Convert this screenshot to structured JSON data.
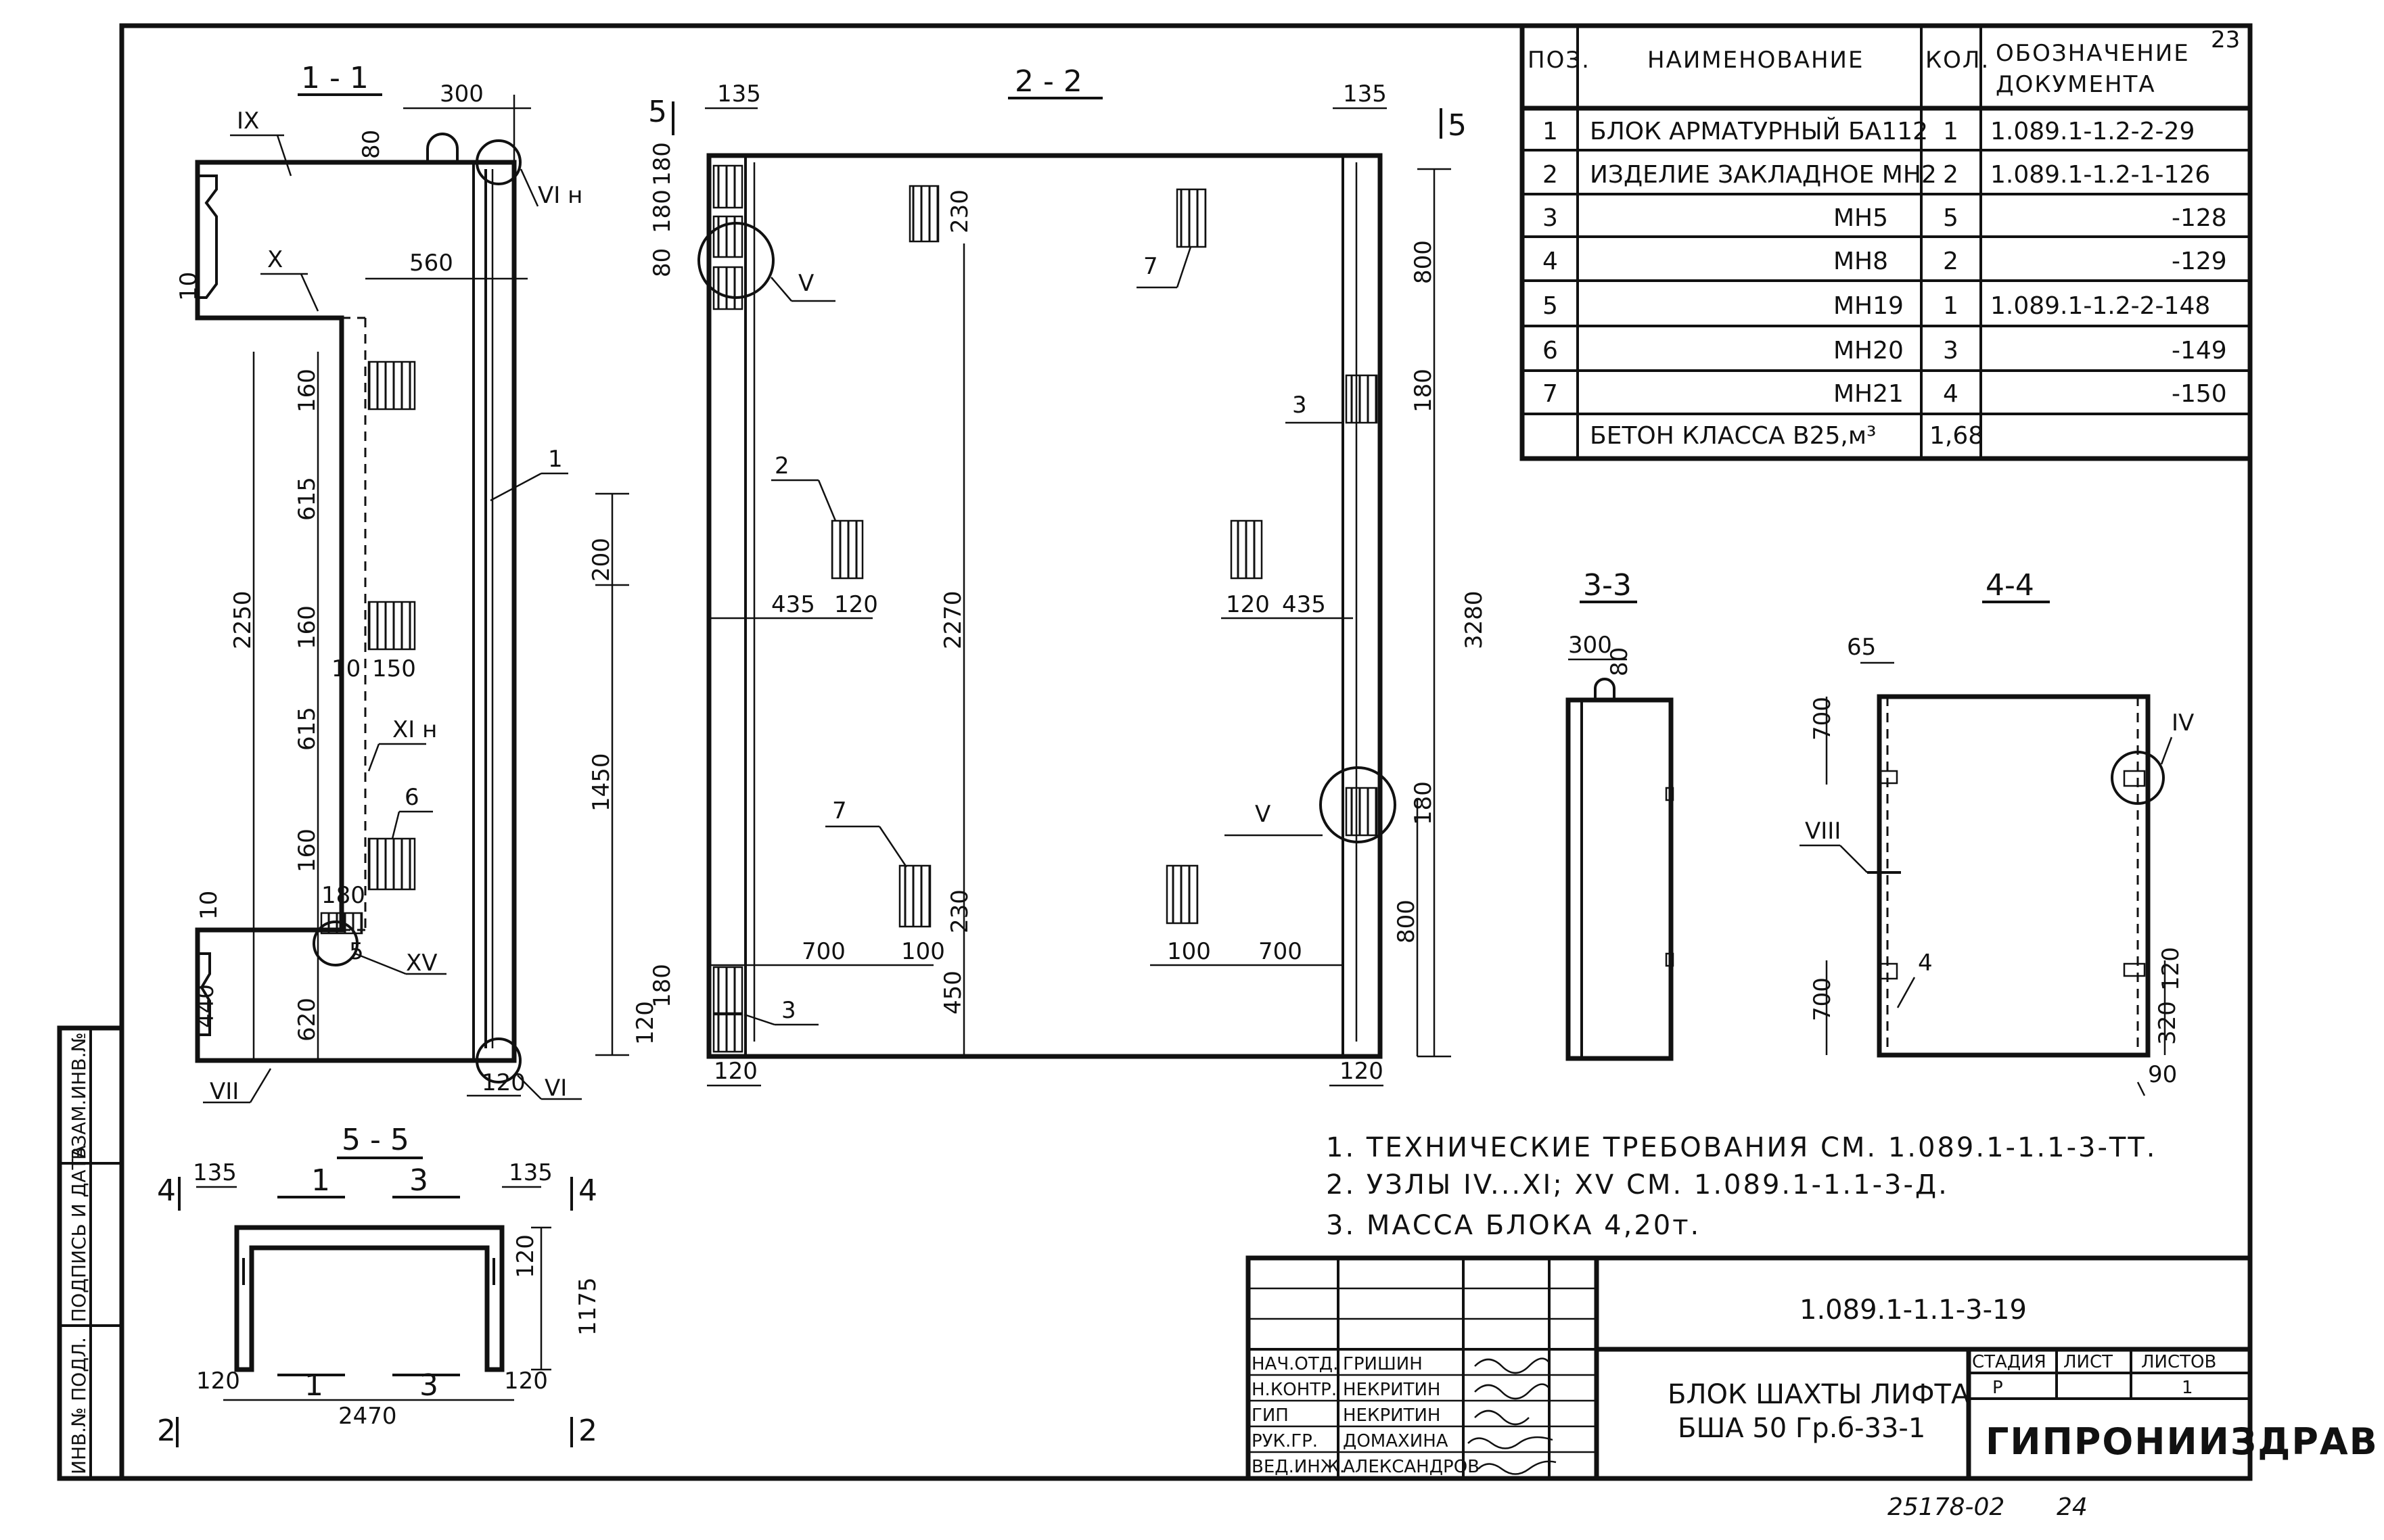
{
  "page_number": "23",
  "sheet_footer": "25178-02",
  "sheet_footer_page": "24",
  "spec_table": {
    "headers": {
      "pos": "ПОЗ.",
      "name": "НАИМЕНОВАНИЕ",
      "qty": "КОЛ.",
      "doc_line1": "ОБОЗНАЧЕНИЕ",
      "doc_line2": "ДОКУМЕНТА"
    },
    "rows": [
      {
        "pos": "1",
        "name": "БЛОК АРМАТУРНЫЙ БА112",
        "qty": "1",
        "doc": "1.089.1-1.2-2-29"
      },
      {
        "pos": "2",
        "name": "ИЗДЕЛИЕ ЗАКЛАДНОЕ МН2",
        "qty": "2",
        "doc": "1.089.1-1.2-1-126"
      },
      {
        "pos": "3",
        "name": "МН5",
        "qty": "5",
        "doc": "-128"
      },
      {
        "pos": "4",
        "name": "МН8",
        "qty": "2",
        "doc": "-129"
      },
      {
        "pos": "5",
        "name": "МН19",
        "qty": "1",
        "doc": "1.089.1-1.2-2-148"
      },
      {
        "pos": "6",
        "name": "МН20",
        "qty": "3",
        "doc": "-149"
      },
      {
        "pos": "7",
        "name": "МН21",
        "qty": "4",
        "doc": "-150"
      },
      {
        "pos": "",
        "name": "БЕТОН КЛАССА В25,м³",
        "qty": "1,68",
        "doc": ""
      }
    ]
  },
  "sections": {
    "s11": "1 - 1",
    "s22": "2 - 2",
    "s33": "3-3",
    "s44": "4-4",
    "s55": "5 - 5"
  },
  "notes": [
    "1. ТЕХНИЧЕСКИЕ ТРЕБОВАНИЯ СМ. 1.089.1-1.1-3-ТТ.",
    "2. УЗЛЫ IV...XI; XV СМ. 1.089.1-1.1-3-Д.",
    "3. МАССА БЛОКА 4,20т."
  ],
  "side_stamp": [
    "ИНВ.№ ПОДЛ.",
    "ПОДПИСЬ И ДАТА",
    "ВЗАМ.ИНВ.№"
  ],
  "title_block": {
    "doc_code": "1.089.1-1.1-3-19",
    "title_line1": "БЛОК ШАХТЫ ЛИФТА",
    "title_line2": "БША 50 Гр.б-33-1",
    "stage_label": "СТАДИЯ",
    "sheet_label": "ЛИСТ",
    "sheets_label": "ЛИСТОВ",
    "stage": "Р",
    "sheet": "",
    "sheets": "1",
    "organization": "ГИПРОНИИЗДРАВ",
    "roles": [
      {
        "role": "НАЧ.ОТД.",
        "name": "ГРИШИН"
      },
      {
        "role": "Н.КОНТР.",
        "name": "НЕКРИТИН"
      },
      {
        "role": "ГИП",
        "name": "НЕКРИТИН"
      },
      {
        "role": "РУК.ГР.",
        "name": "ДОМАХИНА"
      },
      {
        "role": "ВЕД.ИНЖ.",
        "name": "АЛЕКСАНДРОВ"
      }
    ]
  },
  "dims": {
    "s11": [
      "300",
      "80",
      "560",
      "10",
      "160",
      "615",
      "2250",
      "160",
      "10",
      "150",
      "615",
      "160",
      "180",
      "10",
      "440",
      "620",
      "120",
      "200",
      "1450"
    ],
    "s22": [
      "135",
      "135",
      "180",
      "180",
      "80",
      "230",
      "800",
      "435",
      "120",
      "2270",
      "120",
      "435",
      "3280",
      "180",
      "180",
      "230",
      "700",
      "100",
      "100",
      "700",
      "450",
      "800",
      "120",
      "180",
      "120",
      "120"
    ],
    "s33": [
      "300",
      "80"
    ],
    "s44": [
      "65",
      "700",
      "120",
      "700",
      "320",
      "90"
    ],
    "s55": [
      "135",
      "135",
      "120",
      "1175",
      "120",
      "120",
      "2470"
    ]
  },
  "callouts": {
    "nodes": [
      "IX",
      "X",
      "VI н",
      "V",
      "XI н",
      "XV",
      "VII",
      "VI",
      "V",
      "VIII",
      "IV"
    ],
    "positions": [
      "1",
      "2",
      "3",
      "4",
      "5",
      "6",
      "7",
      "7",
      "3"
    ],
    "cut_marks": [
      "5",
      "5",
      "4",
      "4",
      "2",
      "2",
      "1",
      "3",
      "1",
      "3"
    ]
  }
}
